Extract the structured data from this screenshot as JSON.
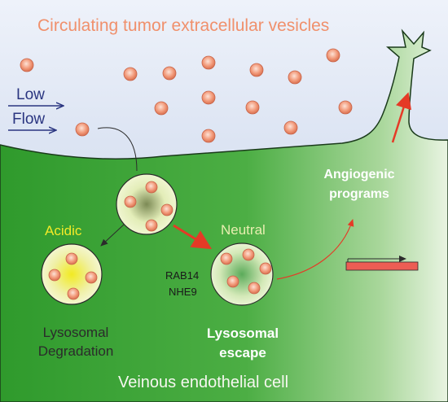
{
  "title": "Circulating tumor extracellular vesicles",
  "flow": {
    "line1": "Low",
    "line2": "Flow"
  },
  "labels": {
    "acidic": "Acidic",
    "neutral": "Neutral",
    "angiogenic_programs": "Angiogenic programs",
    "rab14": "RAB14",
    "nhe9": "NHE9",
    "lysosomal_degradation": "Lysosomal Degradation",
    "lysosomal_escape": "Lysosomal escape",
    "cell_name": "Veinous endothelial cell"
  },
  "colors": {
    "vessel_lumen": "#c6d3ec",
    "endothelium": "#3fa63a",
    "vesicle": "#f29a7a",
    "escape_arrow": "#e53a26",
    "flow_arrow": "#2a3580",
    "acidic_text": "#f3ea28",
    "gene_bar": "#ec5d54"
  }
}
